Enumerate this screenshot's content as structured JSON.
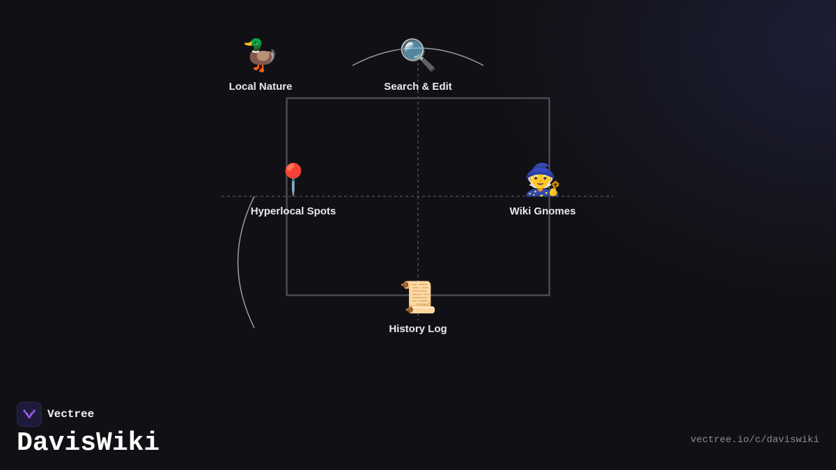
{
  "diagram": {
    "nodes": [
      {
        "id": "local-nature",
        "emoji": "🦆",
        "label": "Local Nature"
      },
      {
        "id": "search-edit",
        "emoji": "🔍",
        "label": "Search & Edit"
      },
      {
        "id": "hyperlocal-spots",
        "emoji": "📍",
        "label": "Hyperlocal Spots"
      },
      {
        "id": "wiki-gnomes",
        "emoji": "🧙",
        "label": "Wiki Gnomes"
      },
      {
        "id": "history-log",
        "emoji": "📜",
        "label": "History Log"
      }
    ]
  },
  "brand": {
    "name": "Vectree",
    "title": "DavisWiki",
    "url": "vectree.io/c/daviswiki",
    "accent": "#9b5cf6"
  },
  "colors": {
    "background": "#111115",
    "line": "#4a4a52",
    "arc": "#9a9aa2",
    "label": "#e9e9ec"
  }
}
